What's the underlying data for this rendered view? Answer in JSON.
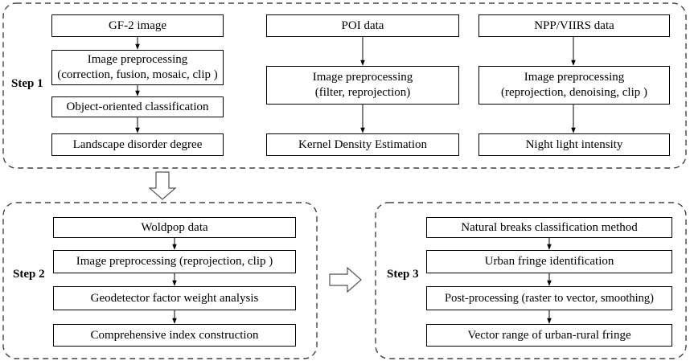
{
  "step1": {
    "label": "Step 1",
    "col1": [
      "GF-2 image",
      "Image preprocessing\n(correction, fusion, mosaic, clip )",
      "Object-oriented classification",
      "Landscape disorder degree"
    ],
    "col2": [
      "POI data",
      "Image preprocessing\n(filter, reprojection)",
      "Kernel Density Estimation"
    ],
    "col3": [
      "NPP/VIIRS data",
      "Image preprocessing\n(reprojection, denoising, clip )",
      "Night light intensity"
    ]
  },
  "step2": {
    "label": "Step 2",
    "boxes": [
      "Woldpop data",
      "Image preprocessing (reprojection, clip )",
      "Geodetector factor weight analysis",
      "Comprehensive index construction"
    ]
  },
  "step3": {
    "label": "Step 3",
    "boxes": [
      "Natural breaks classification method",
      "Urban fringe identification",
      "Post-processing (raster to vector, smoothing)",
      "Vector range of urban-rural fringe"
    ]
  }
}
